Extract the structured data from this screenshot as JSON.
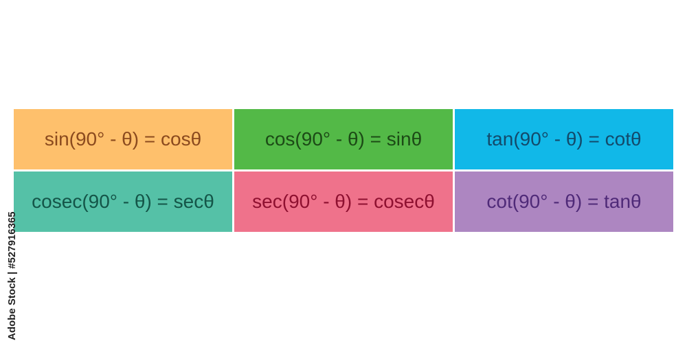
{
  "identities": [
    {
      "text": "sin(90° - θ) = cosθ",
      "bg": "#FEC06C",
      "fg": "#8B4A1E"
    },
    {
      "text": "cos(90° - θ) = sinθ",
      "bg": "#53B947",
      "fg": "#1C4A16"
    },
    {
      "text": "tan(90° - θ) = cotθ",
      "bg": "#11B8E8",
      "fg": "#134A6B"
    },
    {
      "text": "cosec(90° - θ) = secθ",
      "bg": "#55C1A7",
      "fg": "#145548"
    },
    {
      "text": "sec(90° - θ) = cosecθ",
      "bg": "#EF728B",
      "fg": "#8E1030"
    },
    {
      "text": "cot(90° - θ) = tanθ",
      "bg": "#AD86C1",
      "fg": "#4F2A78"
    }
  ],
  "watermark": {
    "text": "Adobe Stock | #527916365"
  }
}
